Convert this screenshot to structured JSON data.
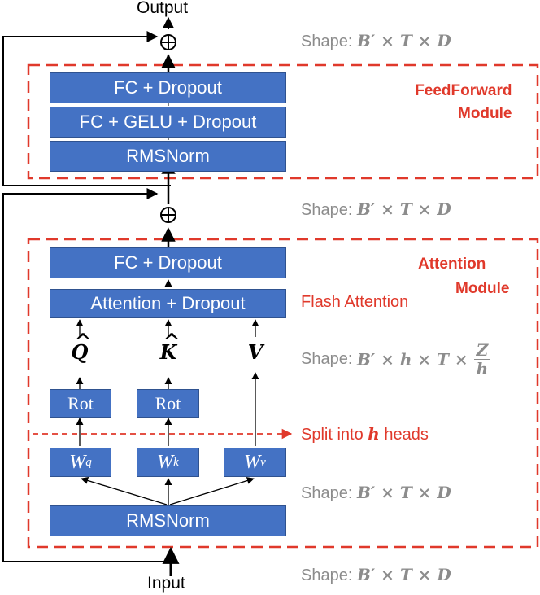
{
  "io": {
    "output": "Output",
    "input": "Input"
  },
  "modules": {
    "feedforward": {
      "line1": "FeedForward",
      "line2": "Module"
    },
    "attention": {
      "line1": "Attention",
      "line2": "Module"
    }
  },
  "blocks": {
    "ff_fc_dropout": "FC + Dropout",
    "ff_fc_gelu_dropout": "FC + GELU + Dropout",
    "ff_rmsnorm": "RMSNorm",
    "attn_fc_dropout": "FC + Dropout",
    "attn_attention_dropout": "Attention + Dropout",
    "rot_q": "Rot",
    "rot_k": "Rot",
    "attn_rmsnorm": "RMSNorm"
  },
  "weights": {
    "wq": {
      "base": "W",
      "sub": "q"
    },
    "wk": {
      "base": "W",
      "sub": "k"
    },
    "wv": {
      "base": "W",
      "sub": "v"
    }
  },
  "vectors": {
    "q": "Q",
    "k": "K",
    "v": "V"
  },
  "annotations": {
    "flash_attention": "Flash Attention",
    "split_prefix": "Split into ",
    "split_var": "h",
    "split_suffix": " heads"
  },
  "shapes": {
    "prefix": "Shape: ",
    "top": "B′ × T × D",
    "middle": "B′ × T × D",
    "heads_prefix": "B′ × h × T × ",
    "heads_num": "Z",
    "heads_den": "h",
    "lower": "B′ × T × D",
    "bottom": "B′ × T × D"
  },
  "colors": {
    "block_fill": "#4472c4",
    "module_dash": "#e0392b",
    "annotation_red": "#e0392b",
    "shape_gray": "#8c8c8c"
  }
}
